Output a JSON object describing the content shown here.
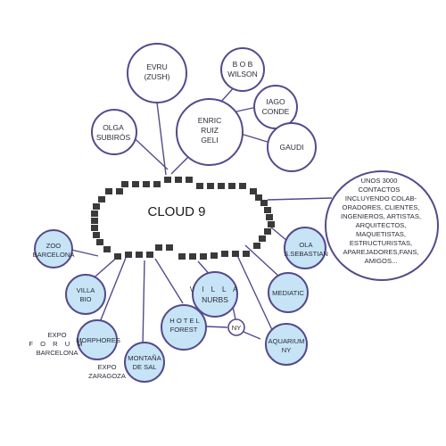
{
  "colors": {
    "stroke": "#544a8c",
    "light_fill": "#c6e4f5",
    "block": "#3a3a3a",
    "text": "#2b2b3a"
  },
  "center": {
    "label": "CLOUD 9"
  },
  "top_nodes": {
    "evru": [
      "EVRU",
      "(ZUSH)"
    ],
    "bob": [
      "B  O  B",
      "WILSON"
    ],
    "iago": [
      "IAGO",
      "CONDE"
    ],
    "olga": [
      "OLGA",
      "SUBIRÓS"
    ],
    "enric": [
      "ENRIC",
      "RUIZ",
      "GELI"
    ],
    "gaudi": [
      "GAUDI"
    ]
  },
  "contacts": [
    "UNOS 3000",
    "CONTACTOS",
    "INCLUYENDO COLAB-",
    "ORADORES, CLIENTES,",
    "INGENIEROS, ARTISTAS,",
    "ARQUITECTOS,",
    "MAQUETISTAS,",
    "ESTRUCTURISTAS,",
    "APAREJADORES,FANS,",
    "AMIGOS..."
  ],
  "bottom_nodes": {
    "zoo": [
      "ZOO",
      "BARCELONA"
    ],
    "ola": [
      "OLA",
      "S.SEBASTIAN"
    ],
    "villa_bio": [
      "VILLA",
      "BIO"
    ],
    "villa_nurbs": [
      "V I L L A",
      "NURBS"
    ],
    "mediatic": [
      "MEDIATIC"
    ],
    "hotel_forest": [
      "H O T E L",
      "FOREST"
    ],
    "ny": [
      "NY"
    ],
    "aquarium": [
      "AQUARIUM",
      "NY"
    ],
    "morphores": [
      "MORPHORES"
    ],
    "montana": [
      "MONTAÑA",
      "DE SAL"
    ]
  },
  "outside_labels": {
    "expo_forum": [
      "EXPO",
      "F O R U M",
      "BARCELONA"
    ],
    "expo_zaragoza": [
      "EXPO",
      "ZARAGOZA"
    ]
  }
}
